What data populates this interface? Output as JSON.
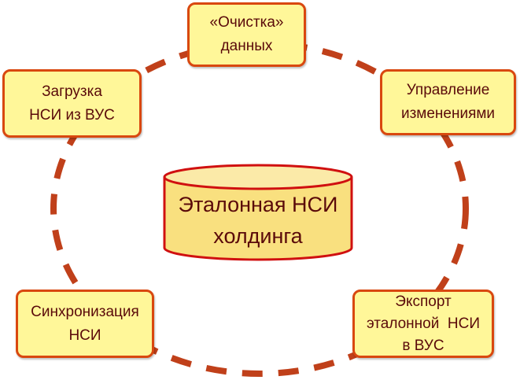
{
  "center": {
    "line1": "Эталонная НСИ",
    "line2": "холдинга"
  },
  "nodes": [
    {
      "line1": "«Очистка»",
      "line2": "данных"
    },
    {
      "line1": "Управление",
      "line2": "изменениями"
    },
    {
      "line1": "Экспорт",
      "line2": "эталонной  НСИ",
      "line3": "в ВУС"
    },
    {
      "line1": "Синхронизация",
      "line2": "НСИ"
    },
    {
      "line1": "Загрузка",
      "line2": "НСИ из ВУС"
    }
  ],
  "colors": {
    "box_fill": "#fff799",
    "box_border": "#d9480f",
    "cycle": "#c0401a",
    "cyl_fill": "#f9e07f",
    "cyl_stroke": "#d01010",
    "text": "#5a0a0a"
  }
}
